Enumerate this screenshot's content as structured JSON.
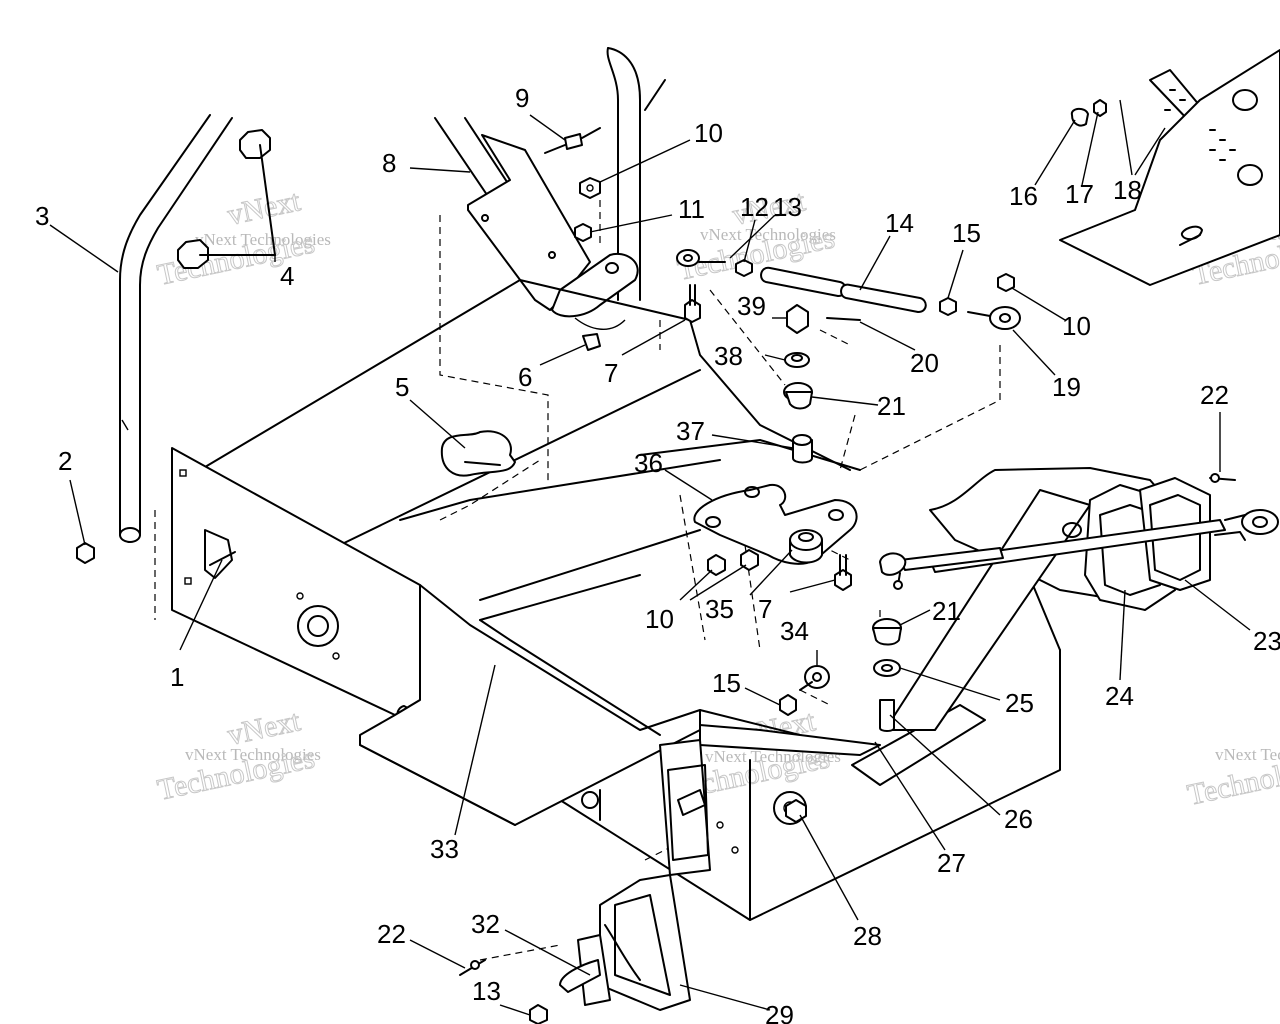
{
  "watermark": {
    "line1": "vNext Technologies",
    "line2": "Technologies",
    "line3": "vNext"
  },
  "labels": {
    "l1": "1",
    "l2": "2",
    "l3": "3",
    "l4": "4",
    "l5": "5",
    "l6": "6",
    "l7a": "7",
    "l7b": "7",
    "l8": "8",
    "l9": "9",
    "l10a": "10",
    "l10b": "10",
    "l10c": "10",
    "l11": "11",
    "l12": "12",
    "l13a": "13",
    "l13b": "13",
    "l14": "14",
    "l15a": "15",
    "l15b": "15",
    "l16": "16",
    "l17": "17",
    "l18": "18",
    "l19": "19",
    "l20": "20",
    "l21a": "21",
    "l21b": "21",
    "l22a": "22",
    "l22b": "22",
    "l23": "23",
    "l24": "24",
    "l25": "25",
    "l26": "26",
    "l27": "27",
    "l28": "28",
    "l29": "29",
    "l32": "32",
    "l33": "33",
    "l34": "34",
    "l35": "35",
    "l36": "36",
    "l37": "37",
    "l38": "38",
    "l39": "39"
  }
}
